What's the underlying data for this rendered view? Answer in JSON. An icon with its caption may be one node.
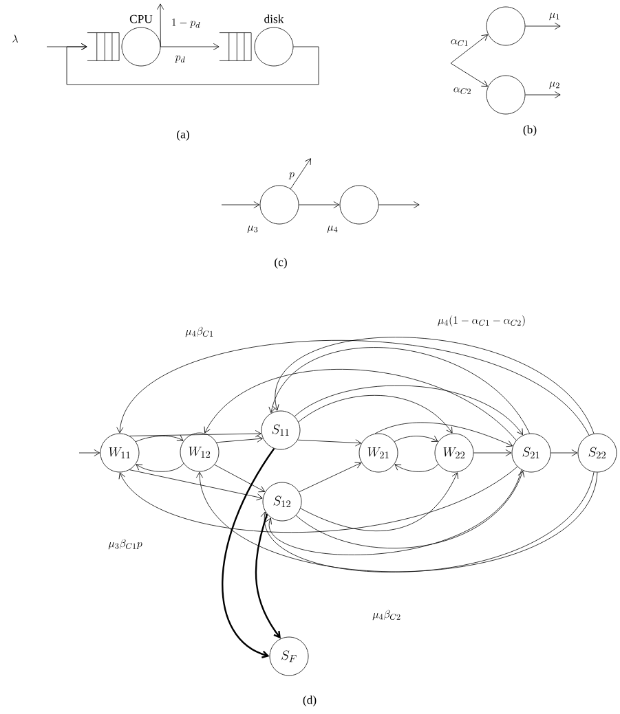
{
  "diagram": {
    "nodes": [
      {
        "text": [],
        "shape": "box"
      },
      {
        "text": [
          "CPU"
        ]
      },
      {
        "text": [],
        "shape": "box"
      },
      {
        "text": [
          "disk"
        ]
      },
      {
        "text": [],
        "shape": "circle"
      },
      {
        "text": [],
        "shape": "circle"
      },
      {
        "text": [],
        "shape": "circle",
        "beside": [
          "\\mu_3"
        ]
      },
      {
        "text": [],
        "shape": "circle",
        "beside": [
          "\\mu_4"
        ]
      },
      {
        "text": [
          "W_{11}"
        ]
      },
      {
        "text": [
          "W_{12}"
        ]
      },
      {
        "text": [
          "S_{11}"
        ]
      },
      {
        "text": [
          "S_{12}"
        ]
      },
      {
        "text": [
          "W_{21}"
        ]
      },
      {
        "text": [
          "W_{22}"
        ]
      },
      {
        "text": [
          "S_{21}"
        ]
      },
      {
        "text": [
          "S_{22}"
        ]
      },
      {
        "text": [
          "S_F"
        ]
      }
    ],
    "edges": [
      {
        "from": null,
        "to": 0,
        "arrow": "to"
      },
      {
        "from": 1,
        "to": 2,
        "arrow": "to",
        "label": "p_d"
      },
      {
        "from": 1,
        "to": null,
        "arrow": "to",
        "label": "1 - p_d"
      },
      {
        "from": 3,
        "to": 0,
        "arrow": "to"
      },
      {
        "from": null,
        "to": 4,
        "arrow": "to",
        "label": "\\alpha_{C1}"
      },
      {
        "from": null,
        "to": 5,
        "arrow": "to",
        "label": "\\alpha_{C2}"
      },
      {
        "from": 4,
        "to": null,
        "arrow": "to",
        "label": "\\mu_1"
      },
      {
        "from": 5,
        "to": null,
        "arrow": "to",
        "label": "\\mu_2"
      },
      {
        "from": null,
        "to": 6,
        "arrow": "to"
      },
      {
        "from": 6,
        "to": 7,
        "arrow": "to"
      },
      {
        "from": 6,
        "to": null,
        "arrow": "to",
        "label": "p"
      },
      {
        "from": 7,
        "to": null,
        "arrow": "to"
      },
      {
        "from": null,
        "to": 8,
        "arrow": "to"
      },
      {
        "from": 8,
        "to": 9,
        "arrow": "to"
      },
      {
        "from": 9,
        "to": 8,
        "arrow": "to"
      },
      {
        "from": 8,
        "to": 10,
        "arrow": "to"
      },
      {
        "from": 8,
        "to": 11,
        "arrow": "to"
      },
      {
        "from": 9,
        "to": 10,
        "arrow": "to"
      },
      {
        "from": 9,
        "to": 11,
        "arrow": "to"
      },
      {
        "from": 10,
        "to": 12,
        "arrow": "to"
      },
      {
        "from": 11,
        "to": 12,
        "arrow": "to"
      },
      {
        "from": 12,
        "to": 13,
        "arrow": "to"
      },
      {
        "from": 13,
        "to": 12,
        "arrow": "to"
      },
      {
        "from": 13,
        "to": 14,
        "arrow": "to"
      },
      {
        "from": 14,
        "to": 15,
        "arrow": "to"
      },
      {
        "from": 12,
        "to": 14,
        "arrow": "to"
      },
      {
        "from": 10,
        "to": 13,
        "arrow": "to"
      },
      {
        "from": 10,
        "to": 14,
        "arrow": "to"
      },
      {
        "from": 11,
        "to": 13,
        "arrow": "to"
      },
      {
        "from": 11,
        "to": 14,
        "arrow": "to"
      },
      {
        "from": 15,
        "to": 8,
        "arrow": "to",
        "label": "\\mu_4\\beta_{C1}"
      },
      {
        "from": 14,
        "to": 9,
        "arrow": "to"
      },
      {
        "from": 14,
        "to": 10,
        "arrow": "to"
      },
      {
        "from": 15,
        "to": 10,
        "arrow": "to",
        "label": "\\mu_4(1-\\alpha_{C1}-\\alpha_{C2})"
      },
      {
        "from": 14,
        "to": 8,
        "arrow": "to",
        "label": "\\mu_3\\beta_{C1}p"
      },
      {
        "from": 15,
        "to": 9,
        "arrow": "to",
        "label": "\\mu_4\\beta_{C2}"
      },
      {
        "from": 14,
        "to": 11,
        "arrow": "to"
      },
      {
        "from": 15,
        "to": 11,
        "arrow": "to"
      },
      {
        "from": 10,
        "to": 16,
        "arrow": "to",
        "style": "thick"
      },
      {
        "from": 11,
        "to": 16,
        "arrow": "to",
        "style": "thick"
      }
    ],
    "labels": [
      "\\lambda",
      "(a)",
      "(b)",
      "(c)",
      "(d)"
    ]
  }
}
